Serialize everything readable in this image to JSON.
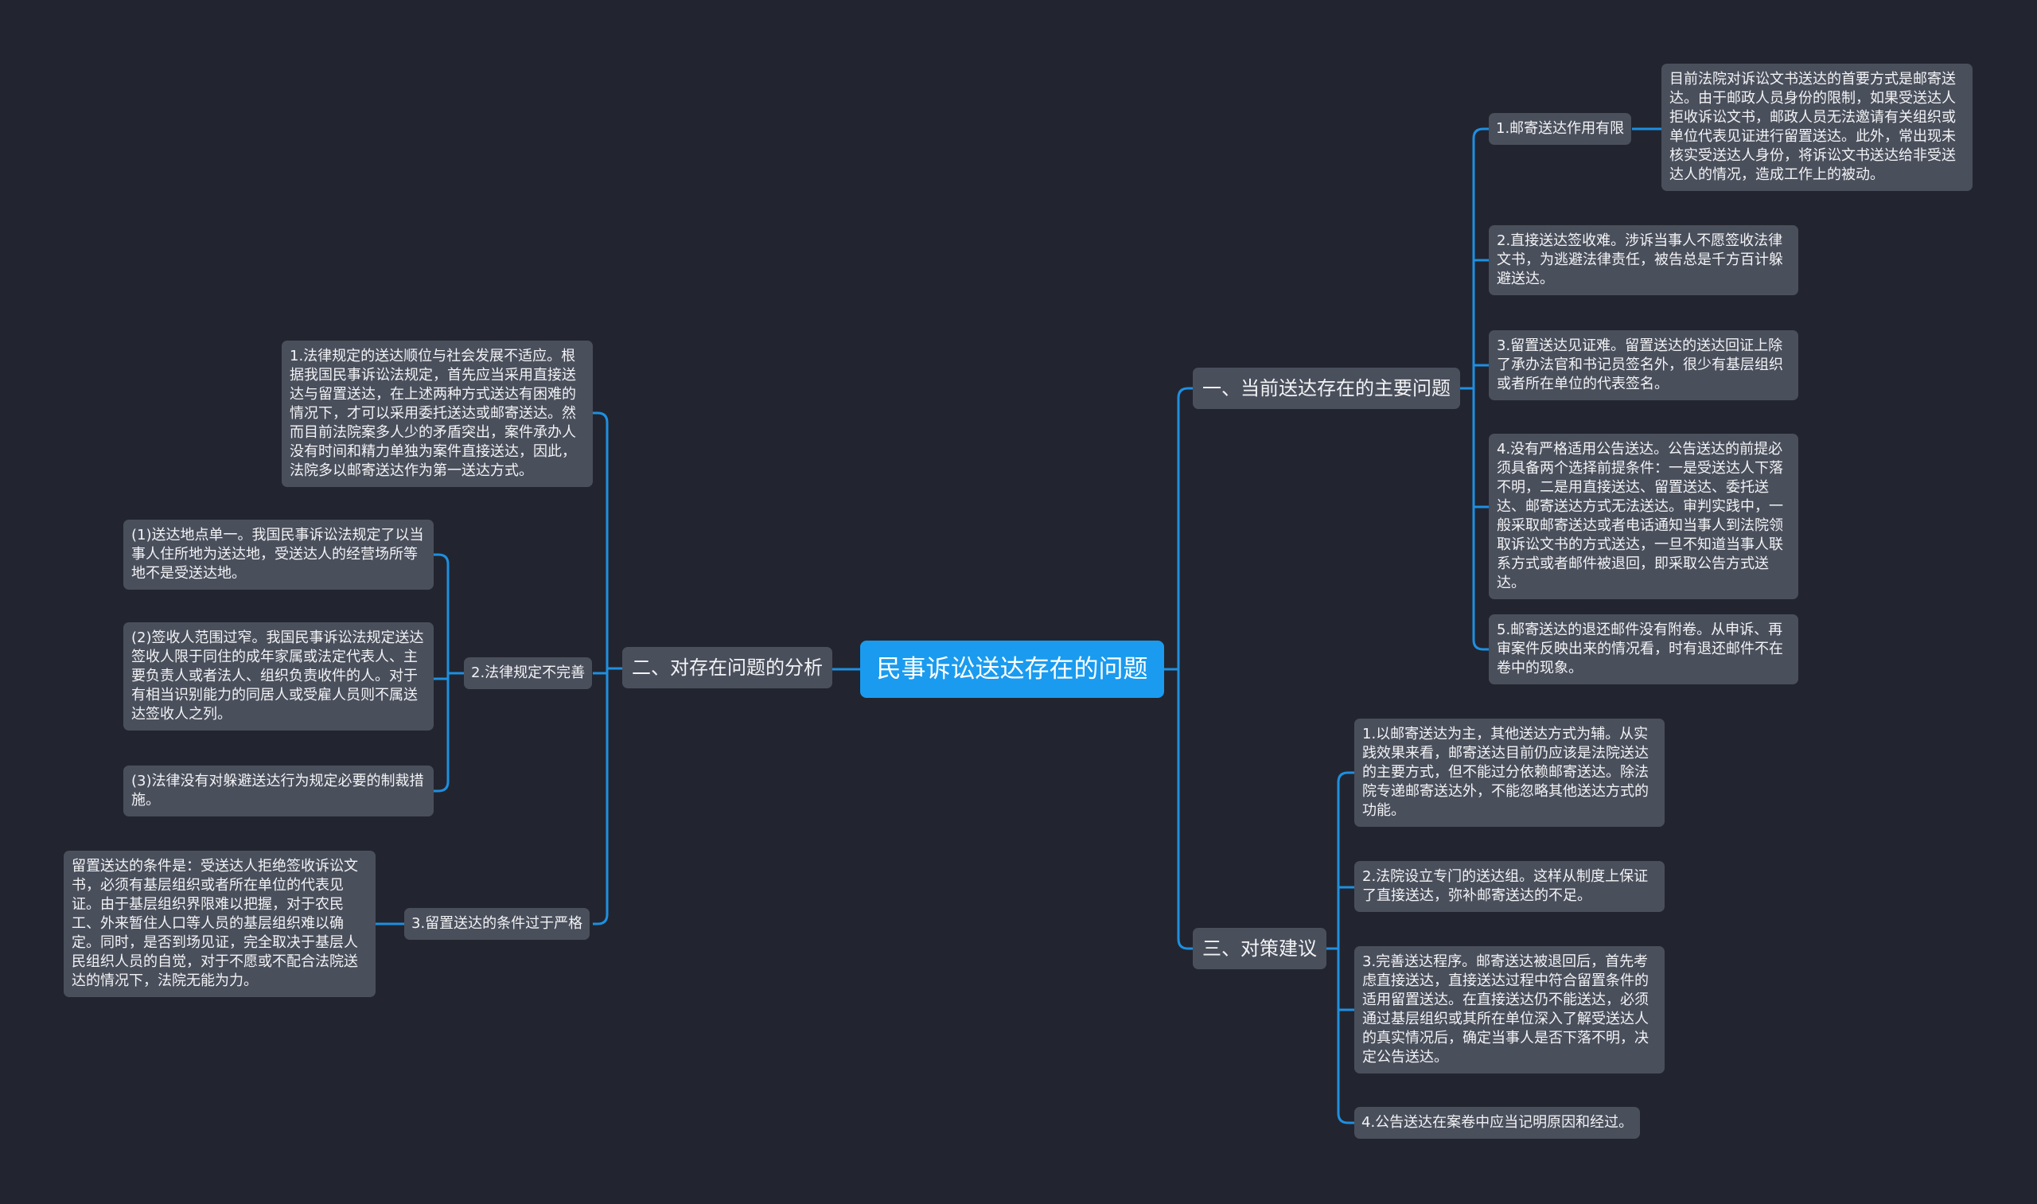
{
  "root": {
    "title": "民事诉讼送达存在的问题"
  },
  "right": {
    "problems": {
      "label": "一、当前送达存在的主要问题",
      "items": [
        {
          "label": "1.邮寄送达作用有限",
          "detail": "目前法院对诉讼文书送达的首要方式是邮寄送达。由于邮政人员身份的限制，如果受送达人拒收诉讼文书，邮政人员无法邀请有关组织或单位代表见证进行留置送达。此外，常出现未核实受送达人身份，将诉讼文书送达给非受送达人的情况，造成工作上的被动。"
        },
        {
          "label": "2.直接送达签收难。涉诉当事人不愿签收法律文书，为逃避法律责任，被告总是千方百计躲避送达。"
        },
        {
          "label": "3.留置送达见证难。留置送达的送达回证上除了承办法官和书记员签名外，很少有基层组织或者所在单位的代表签名。"
        },
        {
          "label": "4.没有严格适用公告送达。公告送达的前提必须具备两个选择前提条件：一是受送达人下落不明，二是用直接送达、留置送达、委托送达、邮寄送达方式无法送达。审判实践中，一般采取邮寄送达或者电话通知当事人到法院领取诉讼文书的方式送达，一旦不知道当事人联系方式或者邮件被退回，即采取公告方式送达。"
        },
        {
          "label": "5.邮寄送达的退还邮件没有附卷。从申诉、再审案件反映出来的情况看，时有退还邮件不在卷中的现象。"
        }
      ]
    },
    "suggestions": {
      "label": "三、对策建议",
      "items": [
        "1.以邮寄送达为主，其他送达方式为辅。从实践效果来看，邮寄送达目前仍应该是法院送达的主要方式，但不能过分依赖邮寄送达。除法院专递邮寄送达外，不能忽略其他送达方式的功能。",
        "2.法院设立专门的送达组。这样从制度上保证了直接送达，弥补邮寄送达的不足。",
        "3.完善送达程序。邮寄送达被退回后，首先考虑直接送达，直接送达过程中符合留置条件的适用留置送达。在直接送达仍不能送达，必须通过基层组织或其所在单位深入了解受送达人的真实情况后，确定当事人是否下落不明，决定公告送达。",
        "4.公告送达在案卷中应当记明原因和经过。"
      ]
    }
  },
  "left": {
    "analysis": {
      "label": "二、对存在问题的分析",
      "item1": "1.法律规定的送达顺位与社会发展不适应。根据我国民事诉讼法规定，首先应当采用直接送达与留置送达，在上述两种方式送达有困难的情况下，才可以采用委托送达或邮寄送达。然而目前法院案多人少的矛盾突出，案件承办人没有时间和精力单独为案件直接送达，因此，法院多以邮寄送达作为第一送达方式。",
      "item2": {
        "label": "2.法律规定不完善",
        "children": [
          "(1)送达地点单一。我国民事诉讼法规定了以当事人住所地为送达地，受送达人的经营场所等地不是受送达地。",
          "(2)签收人范围过窄。我国民事诉讼法规定送达签收人限于同住的成年家属或法定代表人、主要负责人或者法人、组织负责收件的人。对于有相当识别能力的同居人或受雇人员则不属送达签收人之列。",
          "(3)法律没有对躲避送达行为规定必要的制裁措施。"
        ]
      },
      "item3": {
        "label": "3.留置送达的条件过于严格",
        "detail": "留置送达的条件是：受送达人拒绝签收诉讼文书，必须有基层组织或者所在单位的代表见证。由于基层组织界限难以把握，对于农民工、外来暂住人口等人员的基层组织难以确定。同时，是否到场见证，完全取决于基层人民组织人员的自觉，对于不愿或不配合法院送达的情况下，法院无能为力。"
      }
    }
  },
  "colors": {
    "background": "#22252f",
    "node": "#4a4f5c",
    "root": "#1a9bef",
    "link": "#1f8fe0"
  }
}
